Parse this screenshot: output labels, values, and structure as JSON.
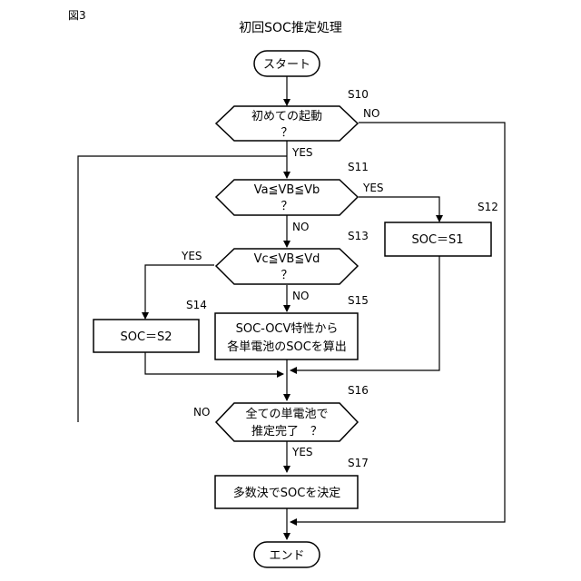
{
  "figure_label": "図3",
  "title": "初回SOC推定処理",
  "nodes": {
    "start": "スタート",
    "s10_line1": "初めての起動",
    "s10_line2": "？",
    "s11_line1": "Va≦VB≦Vb",
    "s11_line2": "？",
    "s12": "SOC＝S1",
    "s13_line1": "Vc≦VB≦Vd",
    "s13_line2": "？",
    "s14": "SOC＝S2",
    "s15_line1": "SOC-OCV特性から",
    "s15_line2": "各単電池のSOCを算出",
    "s16_line1": "全ての単電池で",
    "s16_line2": "推定完了　？",
    "s17": "多数決でSOCを決定",
    "end": "エンド"
  },
  "steps": {
    "s10": "S10",
    "s11": "S11",
    "s12": "S12",
    "s13": "S13",
    "s14": "S14",
    "s15": "S15",
    "s16": "S16",
    "s17": "S17"
  },
  "branches": {
    "s10_no": "NO",
    "s10_yes": "YES",
    "s11_yes": "YES",
    "s11_no": "NO",
    "s13_yes": "YES",
    "s13_no": "NO",
    "s16_no": "NO",
    "s16_yes": "YES"
  }
}
